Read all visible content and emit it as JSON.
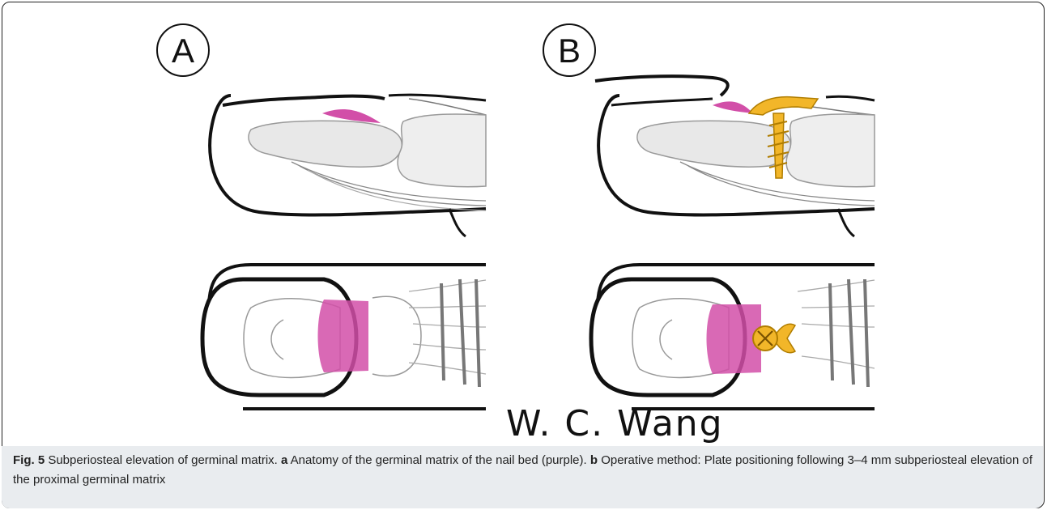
{
  "figure": {
    "panel_a_label": "A",
    "panel_b_label": "B",
    "signature": "W. C. Wang",
    "colors": {
      "matrix": "#d24fa8",
      "screw": "#f2b629",
      "bone": "#e8e8e8",
      "outline": "#111111",
      "caption_bg": "#e9ecef"
    }
  },
  "caption": {
    "fig_label": "Fig. 5",
    "title": " Subperiosteal elevation of germinal matrix. ",
    "a_label": "a",
    "a_text": " Anatomy of the germinal matrix of the nail bed (purple). ",
    "b_label": "b",
    "b_text": " Operative method: Plate positioning following 3–4 mm subperiosteal elevation of the proximal germinal matrix"
  }
}
